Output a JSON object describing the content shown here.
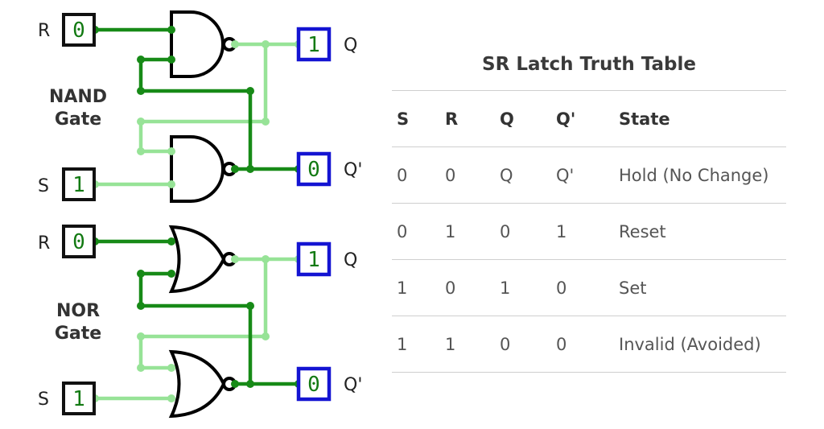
{
  "nand": {
    "gate_label": [
      "NAND",
      "Gate"
    ],
    "r_label": "R",
    "r_value": "0",
    "s_label": "S",
    "s_value": "1",
    "q_label": "Q",
    "q_value": "1",
    "qbar_label": "Q'",
    "qbar_value": "0"
  },
  "nor": {
    "gate_label": [
      "NOR",
      "Gate"
    ],
    "r_label": "R",
    "r_value": "0",
    "s_label": "S",
    "s_value": "1",
    "q_label": "Q",
    "q_value": "1",
    "qbar_label": "Q'",
    "qbar_value": "0"
  },
  "colors": {
    "wire_high": "#178a17",
    "wire_low": "#97e397",
    "output_box": "#1414d2"
  },
  "truth_table": {
    "title": "SR Latch Truth Table",
    "headers": [
      "S",
      "R",
      "Q",
      "Q'",
      "State"
    ],
    "rows": [
      [
        "0",
        "0",
        "Q",
        "Q'",
        "Hold (No Change)"
      ],
      [
        "0",
        "1",
        "0",
        "1",
        "Reset"
      ],
      [
        "1",
        "0",
        "1",
        "0",
        "Set"
      ],
      [
        "1",
        "1",
        "0",
        "0",
        "Invalid (Avoided)"
      ]
    ]
  }
}
